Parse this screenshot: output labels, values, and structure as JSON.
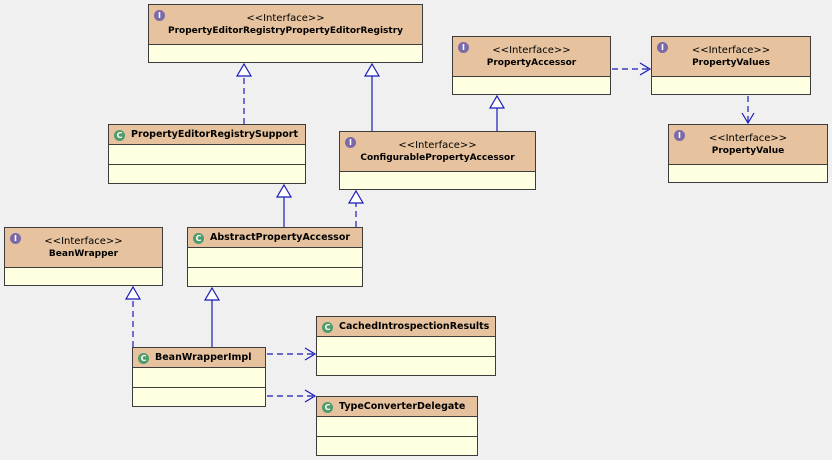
{
  "diagram": {
    "stereotype": "<<Interface>>",
    "badges": {
      "interface": "I",
      "class": "C"
    },
    "colors": {
      "header": "#e6c39e",
      "body": "#ffffe2",
      "line": "#1a1ab8",
      "border": "#3c3c3c",
      "background": "#f0f0f0"
    },
    "nodes": {
      "registry": {
        "name": "PropertyEditorRegistryPropertyEditorRegistry",
        "kind": "interface",
        "icon": "interface-icon"
      },
      "accessor": {
        "name": "PropertyAccessor",
        "kind": "interface",
        "icon": "interface-icon"
      },
      "values": {
        "name": "PropertyValues",
        "kind": "interface",
        "icon": "interface-icon"
      },
      "value": {
        "name": "PropertyValue",
        "kind": "interface",
        "icon": "interface-icon"
      },
      "registrySupport": {
        "name": "PropertyEditorRegistrySupport",
        "kind": "class",
        "icon": "class-icon"
      },
      "configurable": {
        "name": "ConfigurablePropertyAccessor",
        "kind": "interface",
        "icon": "interface-icon"
      },
      "beanWrapper": {
        "name": "BeanWrapper",
        "kind": "interface",
        "icon": "interface-icon"
      },
      "abstractAccessor": {
        "name": "AbstractPropertyAccessor",
        "kind": "class",
        "icon": "class-icon"
      },
      "cached": {
        "name": "CachedIntrospectionResults",
        "kind": "class",
        "icon": "class-icon"
      },
      "impl": {
        "name": "BeanWrapperImpl",
        "kind": "class",
        "icon": "class-icon"
      },
      "delegate": {
        "name": "TypeConverterDelegate",
        "kind": "class",
        "icon": "class-icon"
      }
    },
    "edges": [
      {
        "from": "registrySupport",
        "to": "registry",
        "type": "realization"
      },
      {
        "from": "configurable",
        "to": "registry",
        "type": "generalization"
      },
      {
        "from": "configurable",
        "to": "accessor",
        "type": "generalization"
      },
      {
        "from": "accessor",
        "to": "values",
        "type": "dependency"
      },
      {
        "from": "values",
        "to": "value",
        "type": "dependency"
      },
      {
        "from": "abstractAccessor",
        "to": "registrySupport",
        "type": "generalization"
      },
      {
        "from": "abstractAccessor",
        "to": "configurable",
        "type": "realization"
      },
      {
        "from": "impl",
        "to": "beanWrapper",
        "type": "realization"
      },
      {
        "from": "impl",
        "to": "abstractAccessor",
        "type": "generalization"
      },
      {
        "from": "impl",
        "to": "cached",
        "type": "dependency"
      },
      {
        "from": "impl",
        "to": "delegate",
        "type": "dependency"
      }
    ]
  }
}
